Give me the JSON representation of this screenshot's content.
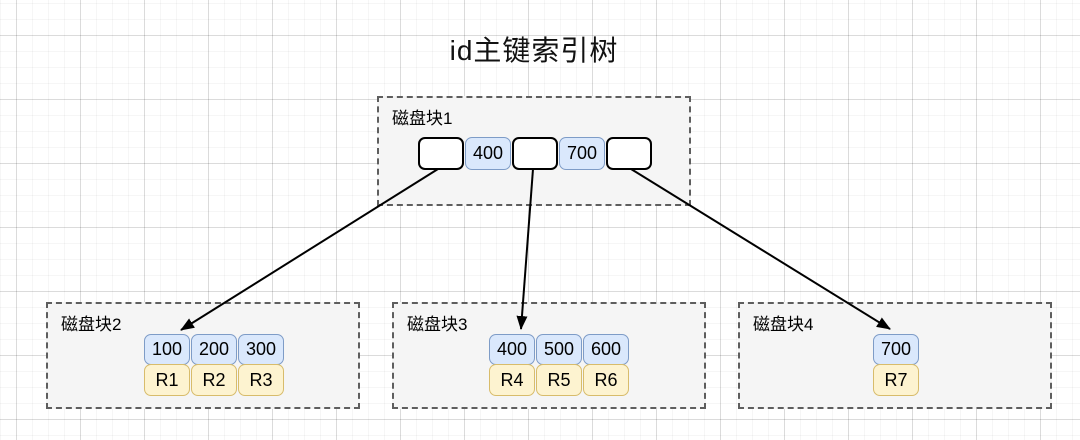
{
  "title": "id主键索引树",
  "diagram": {
    "root_block": {
      "label": "磁盘块1",
      "cells": [
        {
          "kind": "pointer",
          "value": ""
        },
        {
          "kind": "key",
          "value": "400"
        },
        {
          "kind": "pointer",
          "value": ""
        },
        {
          "kind": "key",
          "value": "700"
        },
        {
          "kind": "pointer",
          "value": ""
        }
      ]
    },
    "leaf_blocks": [
      {
        "label": "磁盘块2",
        "keys": [
          "100",
          "200",
          "300"
        ],
        "records": [
          "R1",
          "R2",
          "R3"
        ]
      },
      {
        "label": "磁盘块3",
        "keys": [
          "400",
          "500",
          "600"
        ],
        "records": [
          "R4",
          "R5",
          "R6"
        ]
      },
      {
        "label": "磁盘块4",
        "keys": [
          "700"
        ],
        "records": [
          "R7"
        ]
      }
    ],
    "arrows": [
      {
        "from": "root-pointer-1",
        "to": "磁盘块2-100"
      },
      {
        "from": "root-pointer-2",
        "to": "磁盘块3-400"
      },
      {
        "from": "root-pointer-3",
        "to": "磁盘块4-700"
      }
    ]
  },
  "colors": {
    "key_cell_fill": "#dae8fc",
    "key_cell_border": "#7e9cc7",
    "record_cell_fill": "#fdf3d0",
    "record_cell_border": "#d8bc6b",
    "block_fill": "#f5f5f5",
    "block_border": "#5e5e5e",
    "pointer_cell_border": "#000000",
    "arrow": "#000000"
  }
}
